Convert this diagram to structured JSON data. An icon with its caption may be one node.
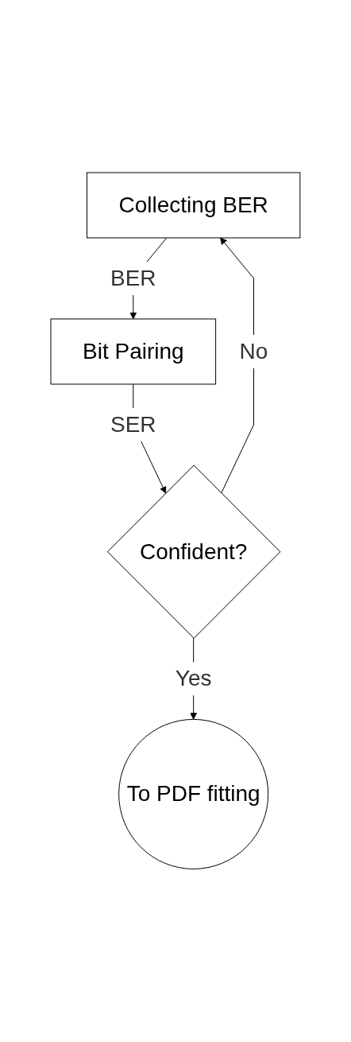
{
  "diagram": {
    "nodes": [
      {
        "text": [
          "Collecting BER"
        ]
      },
      {
        "text": [
          "Bit Pairing"
        ]
      },
      {
        "text": [
          "Confident?"
        ]
      },
      {
        "text": [
          "To PDF fitting"
        ]
      }
    ],
    "edges": [
      {
        "from": 0,
        "to": 1,
        "label": "BER",
        "arrow": "to"
      },
      {
        "from": 1,
        "to": 2,
        "label": "SER",
        "arrow": "to"
      },
      {
        "from": 2,
        "to": 3,
        "label": "Yes",
        "arrow": "to"
      },
      {
        "from": 2,
        "to": 0,
        "label": "No",
        "arrow": "to"
      }
    ]
  }
}
